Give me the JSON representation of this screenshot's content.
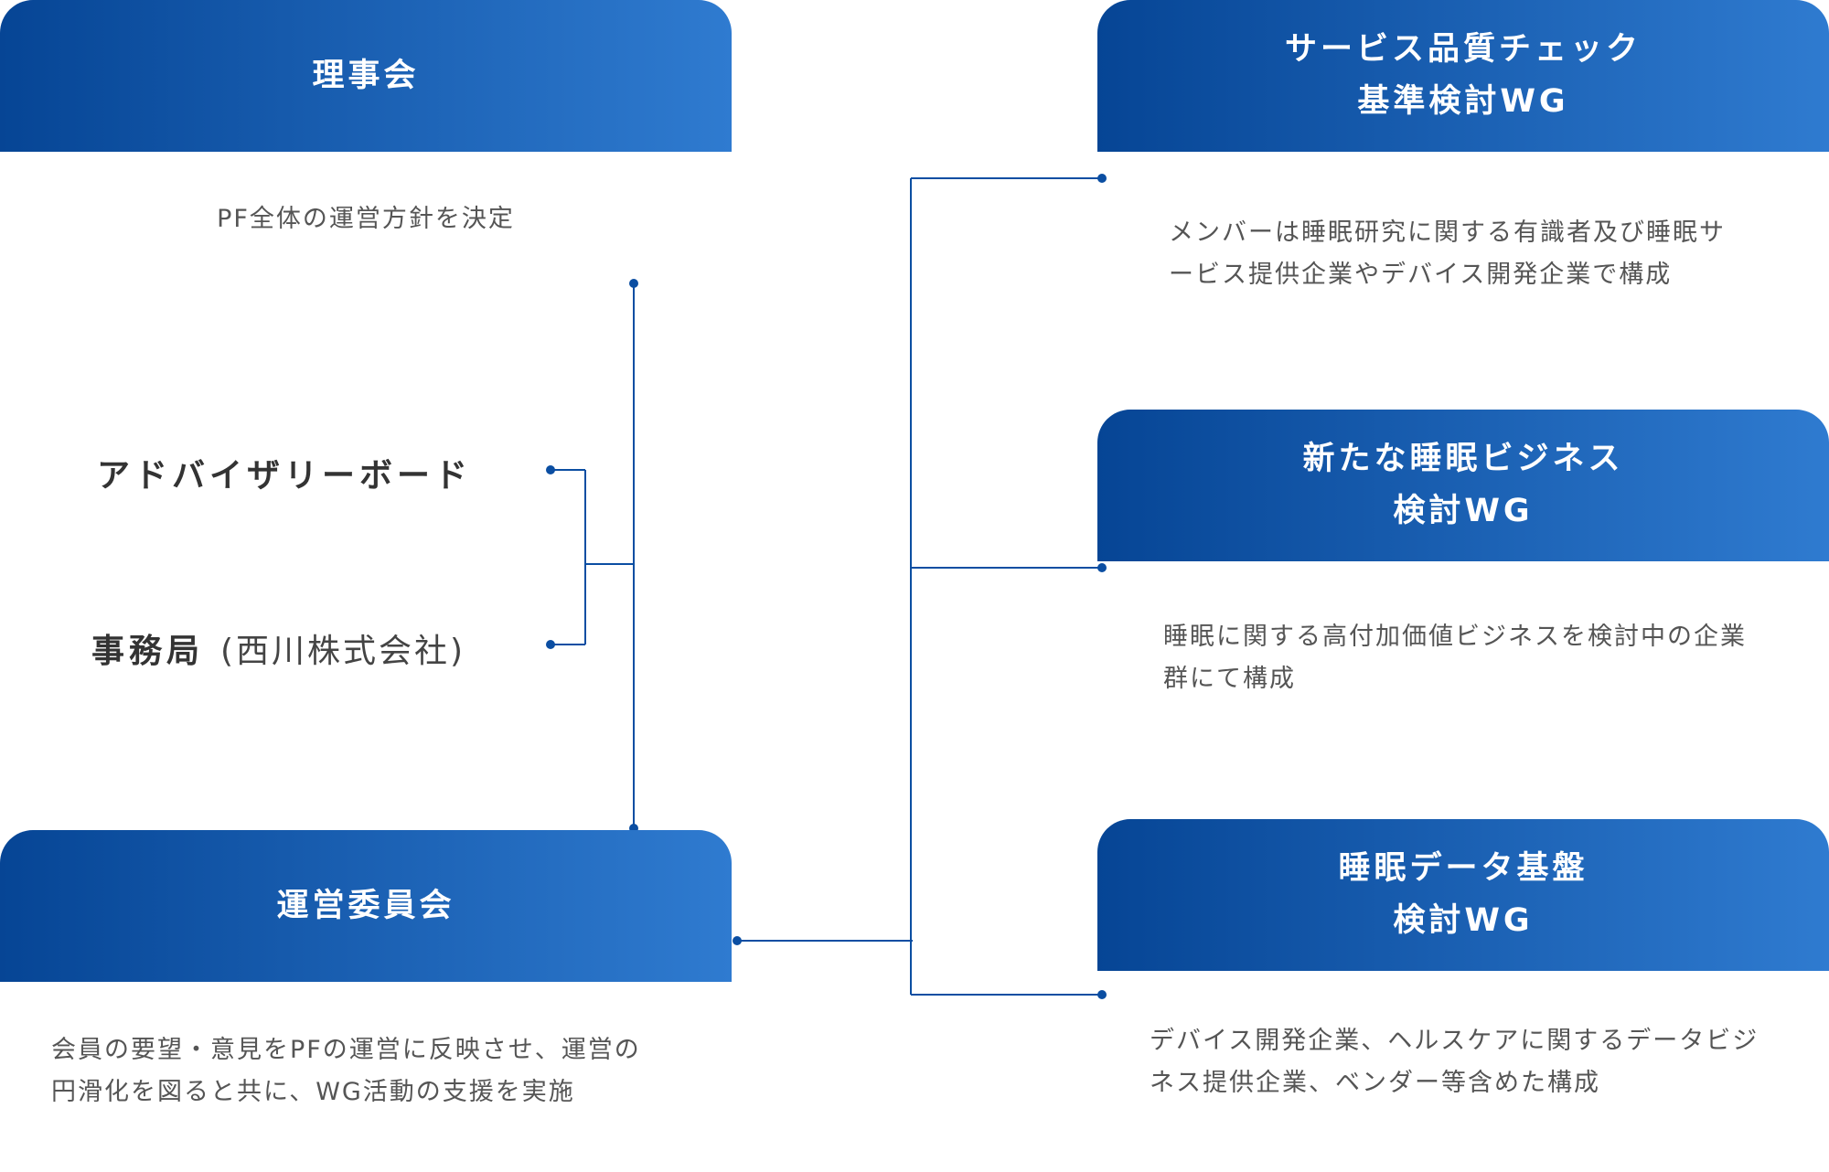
{
  "left": {
    "board": {
      "title": "理事会",
      "desc": "PF全体の運営方針を決定"
    },
    "advisory": {
      "label": "アドバイザリーボード"
    },
    "secretariat": {
      "label": "事務局",
      "sub": "(西川株式会社)"
    },
    "steering": {
      "title": "運営委員会",
      "desc_lines": [
        "会員の要望・意見をPFの運営に反映させ、運営の",
        "円滑化を図ると共に、WG活動の支援を実施"
      ]
    }
  },
  "right": {
    "wg_quality": {
      "title_lines": [
        "サービス品質チェック",
        "基準検討WG"
      ],
      "desc_lines": [
        "メンバーは睡眠研究に関する有識者及び睡眠サ",
        "ービス提供企業やデバイス開発企業で構成"
      ]
    },
    "wg_business": {
      "title_lines": [
        "新たな睡眠ビジネス",
        "検討WG"
      ],
      "desc_lines": [
        "睡眠に関する高付加価値ビジネスを検討中の企業",
        "群にて構成"
      ]
    },
    "wg_data": {
      "title_lines": [
        "睡眠データ基盤",
        "検討WG"
      ],
      "desc_lines": [
        "デバイス開発企業、ヘルスケアに関するデータビジ",
        "ネス提供企業、ベンダー等含めた構成"
      ]
    }
  },
  "colors": {
    "box_start": "#064595",
    "box_end": "#2f7bd0",
    "line": "#0b4ea2"
  }
}
